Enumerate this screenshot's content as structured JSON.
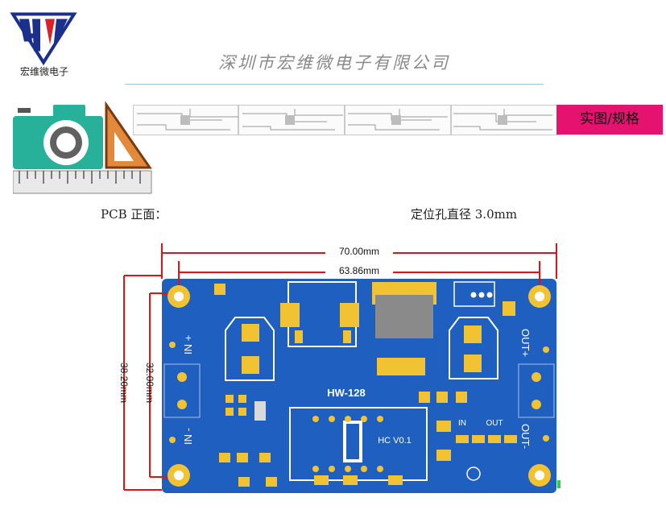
{
  "header": {
    "logo_text": "宏维微电子",
    "company_name": "深圳市宏维微电子有限公司",
    "tab_label": "实图/规格"
  },
  "labels": {
    "pcb_front": "PCB 正面：",
    "hole_spec": "定位孔直径 3.0mm"
  },
  "board": {
    "dim_width_outer": "70.00mm",
    "dim_width_inner": "63.86mm",
    "dim_height_outer": "38.20mm",
    "dim_height_inner": "32.00mm",
    "model": "HW-128",
    "version": "HC V0.1",
    "in_plus": "IN +",
    "in_minus": "IN -",
    "out_plus": "OUT+",
    "out_minus": "OUT-",
    "in_small": "IN",
    "out_small": "OUT"
  },
  "colors": {
    "accent": "#e5136f",
    "pcb": "#1f5fbf",
    "pad": "#f1c232",
    "dimension": "#e81010"
  }
}
